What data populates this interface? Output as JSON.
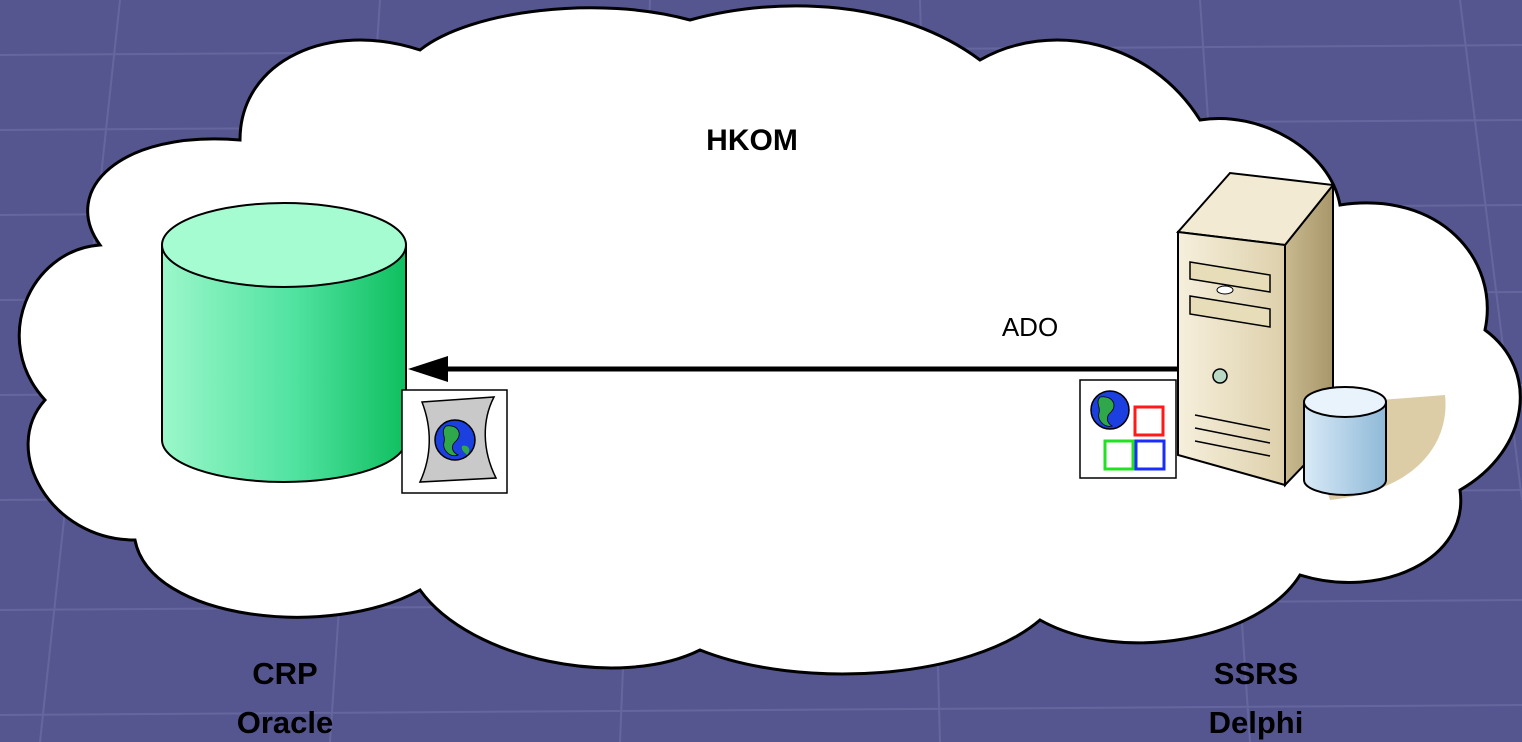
{
  "cloud": {
    "label": "HKOM"
  },
  "connection": {
    "label": "ADO"
  },
  "left_node": {
    "icon": "database-cylinder-icon",
    "badge_icon": "globe-map-icon",
    "line1": "CRP",
    "line2": "Oracle"
  },
  "right_node": {
    "icon": "server-tower-icon",
    "badge_icon": "globe-app-icon",
    "line1": "SSRS",
    "line2": "Delphi"
  },
  "colors": {
    "background": "#55568f",
    "cloud_fill": "#ffffff",
    "database": "#2fd58a",
    "server": "#e8dcc0"
  }
}
